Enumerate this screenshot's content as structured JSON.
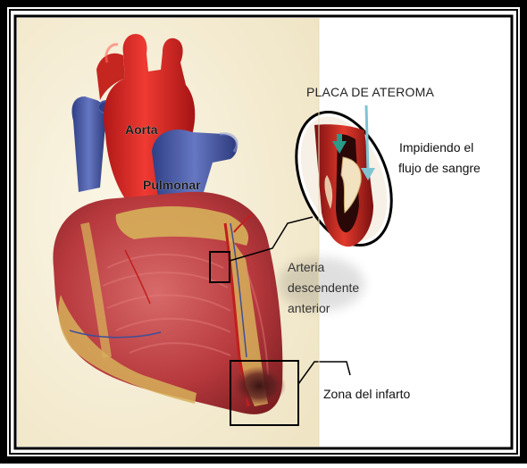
{
  "labels": {
    "aorta": "Aorta",
    "pulmonar": "Pulmonar",
    "placa": "PLACA DE ATEROMA",
    "impidiendo_line1": "Impidiendo el",
    "impidiendo_line2": "flujo de sangre",
    "arteria_line1": "Arteria",
    "arteria_line2": "descendente",
    "arteria_line3": "anterior",
    "zona_infarto": "Zona del infarto"
  },
  "colors": {
    "background_left": "#f6eed6",
    "background_right": "#ffffff",
    "frame_border": "#000000",
    "artery_red": "#d82a26",
    "vein_blue": "#4a5fa8",
    "muscle": "#c2474a",
    "fat": "#d8b45c",
    "plaque": "#f3e2bf",
    "arrow_teal": "#2a9a8a"
  }
}
